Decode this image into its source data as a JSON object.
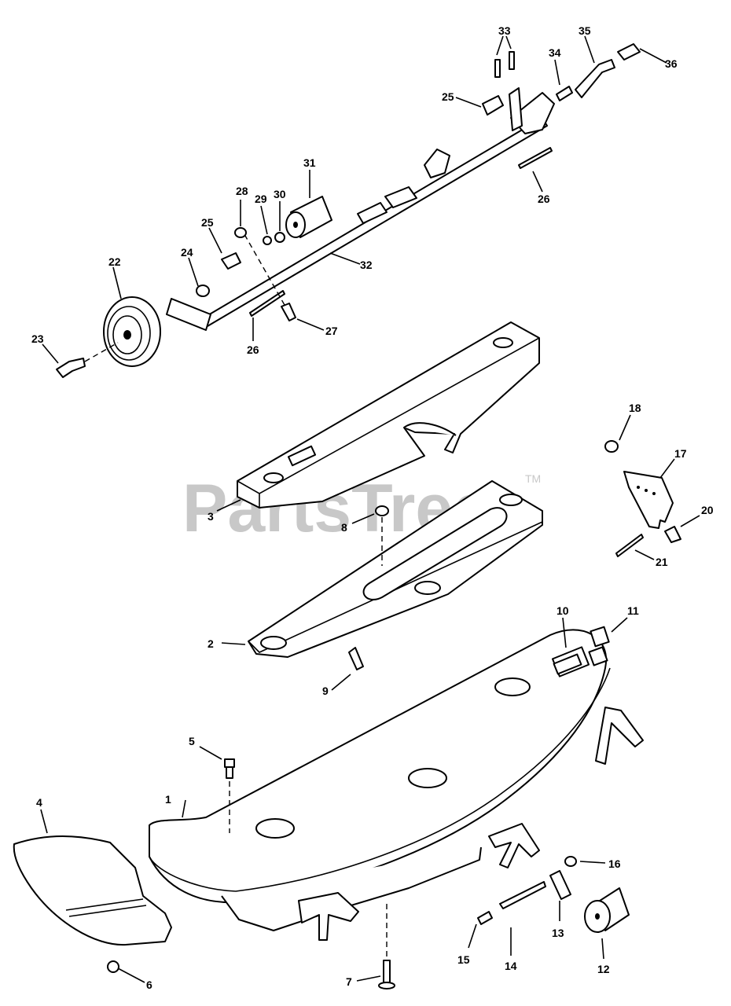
{
  "watermark": {
    "text": "PartsTree",
    "trademark": "TM"
  },
  "callouts": [
    {
      "id": "c1",
      "label": "1"
    },
    {
      "id": "c2",
      "label": "2"
    },
    {
      "id": "c3",
      "label": "3"
    },
    {
      "id": "c4",
      "label": "4"
    },
    {
      "id": "c5",
      "label": "5"
    },
    {
      "id": "c6",
      "label": "6"
    },
    {
      "id": "c7",
      "label": "7"
    },
    {
      "id": "c8",
      "label": "8"
    },
    {
      "id": "c9",
      "label": "9"
    },
    {
      "id": "c10",
      "label": "10"
    },
    {
      "id": "c11",
      "label": "11"
    },
    {
      "id": "c12",
      "label": "12"
    },
    {
      "id": "c13",
      "label": "13"
    },
    {
      "id": "c14",
      "label": "14"
    },
    {
      "id": "c15",
      "label": "15"
    },
    {
      "id": "c16",
      "label": "16"
    },
    {
      "id": "c17",
      "label": "17"
    },
    {
      "id": "c18",
      "label": "18"
    },
    {
      "id": "c20",
      "label": "20"
    },
    {
      "id": "c21",
      "label": "21"
    },
    {
      "id": "c22",
      "label": "22"
    },
    {
      "id": "c23",
      "label": "23"
    },
    {
      "id": "c24",
      "label": "24"
    },
    {
      "id": "c25a",
      "label": "25"
    },
    {
      "id": "c25b",
      "label": "25"
    },
    {
      "id": "c26a",
      "label": "26"
    },
    {
      "id": "c26b",
      "label": "26"
    },
    {
      "id": "c27",
      "label": "27"
    },
    {
      "id": "c28",
      "label": "28"
    },
    {
      "id": "c29",
      "label": "29"
    },
    {
      "id": "c30",
      "label": "30"
    },
    {
      "id": "c31",
      "label": "31"
    },
    {
      "id": "c32",
      "label": "32"
    },
    {
      "id": "c33",
      "label": "33"
    },
    {
      "id": "c34",
      "label": "34"
    },
    {
      "id": "c35",
      "label": "35"
    },
    {
      "id": "c36",
      "label": "36"
    }
  ]
}
